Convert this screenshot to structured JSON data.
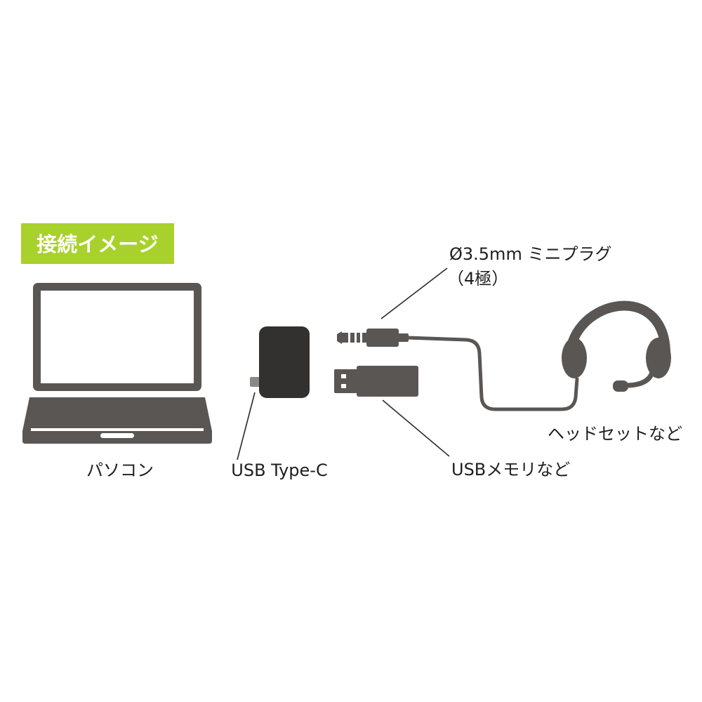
{
  "badge": {
    "text": "接続イメージ",
    "color": "#a9d12b"
  },
  "labels": {
    "pc": "パソコン",
    "adapter": "USB Type-C",
    "plug_line1": "Ø3.5mm ミニプラグ",
    "plug_line2": "（4極）",
    "headset": "ヘッドセットなど",
    "usb_memory": "USBメモリなど"
  },
  "colors": {
    "device": "#5a5654",
    "adapter": "#333130",
    "leader": "#2a2a2a",
    "text": "#1e1e1e"
  }
}
